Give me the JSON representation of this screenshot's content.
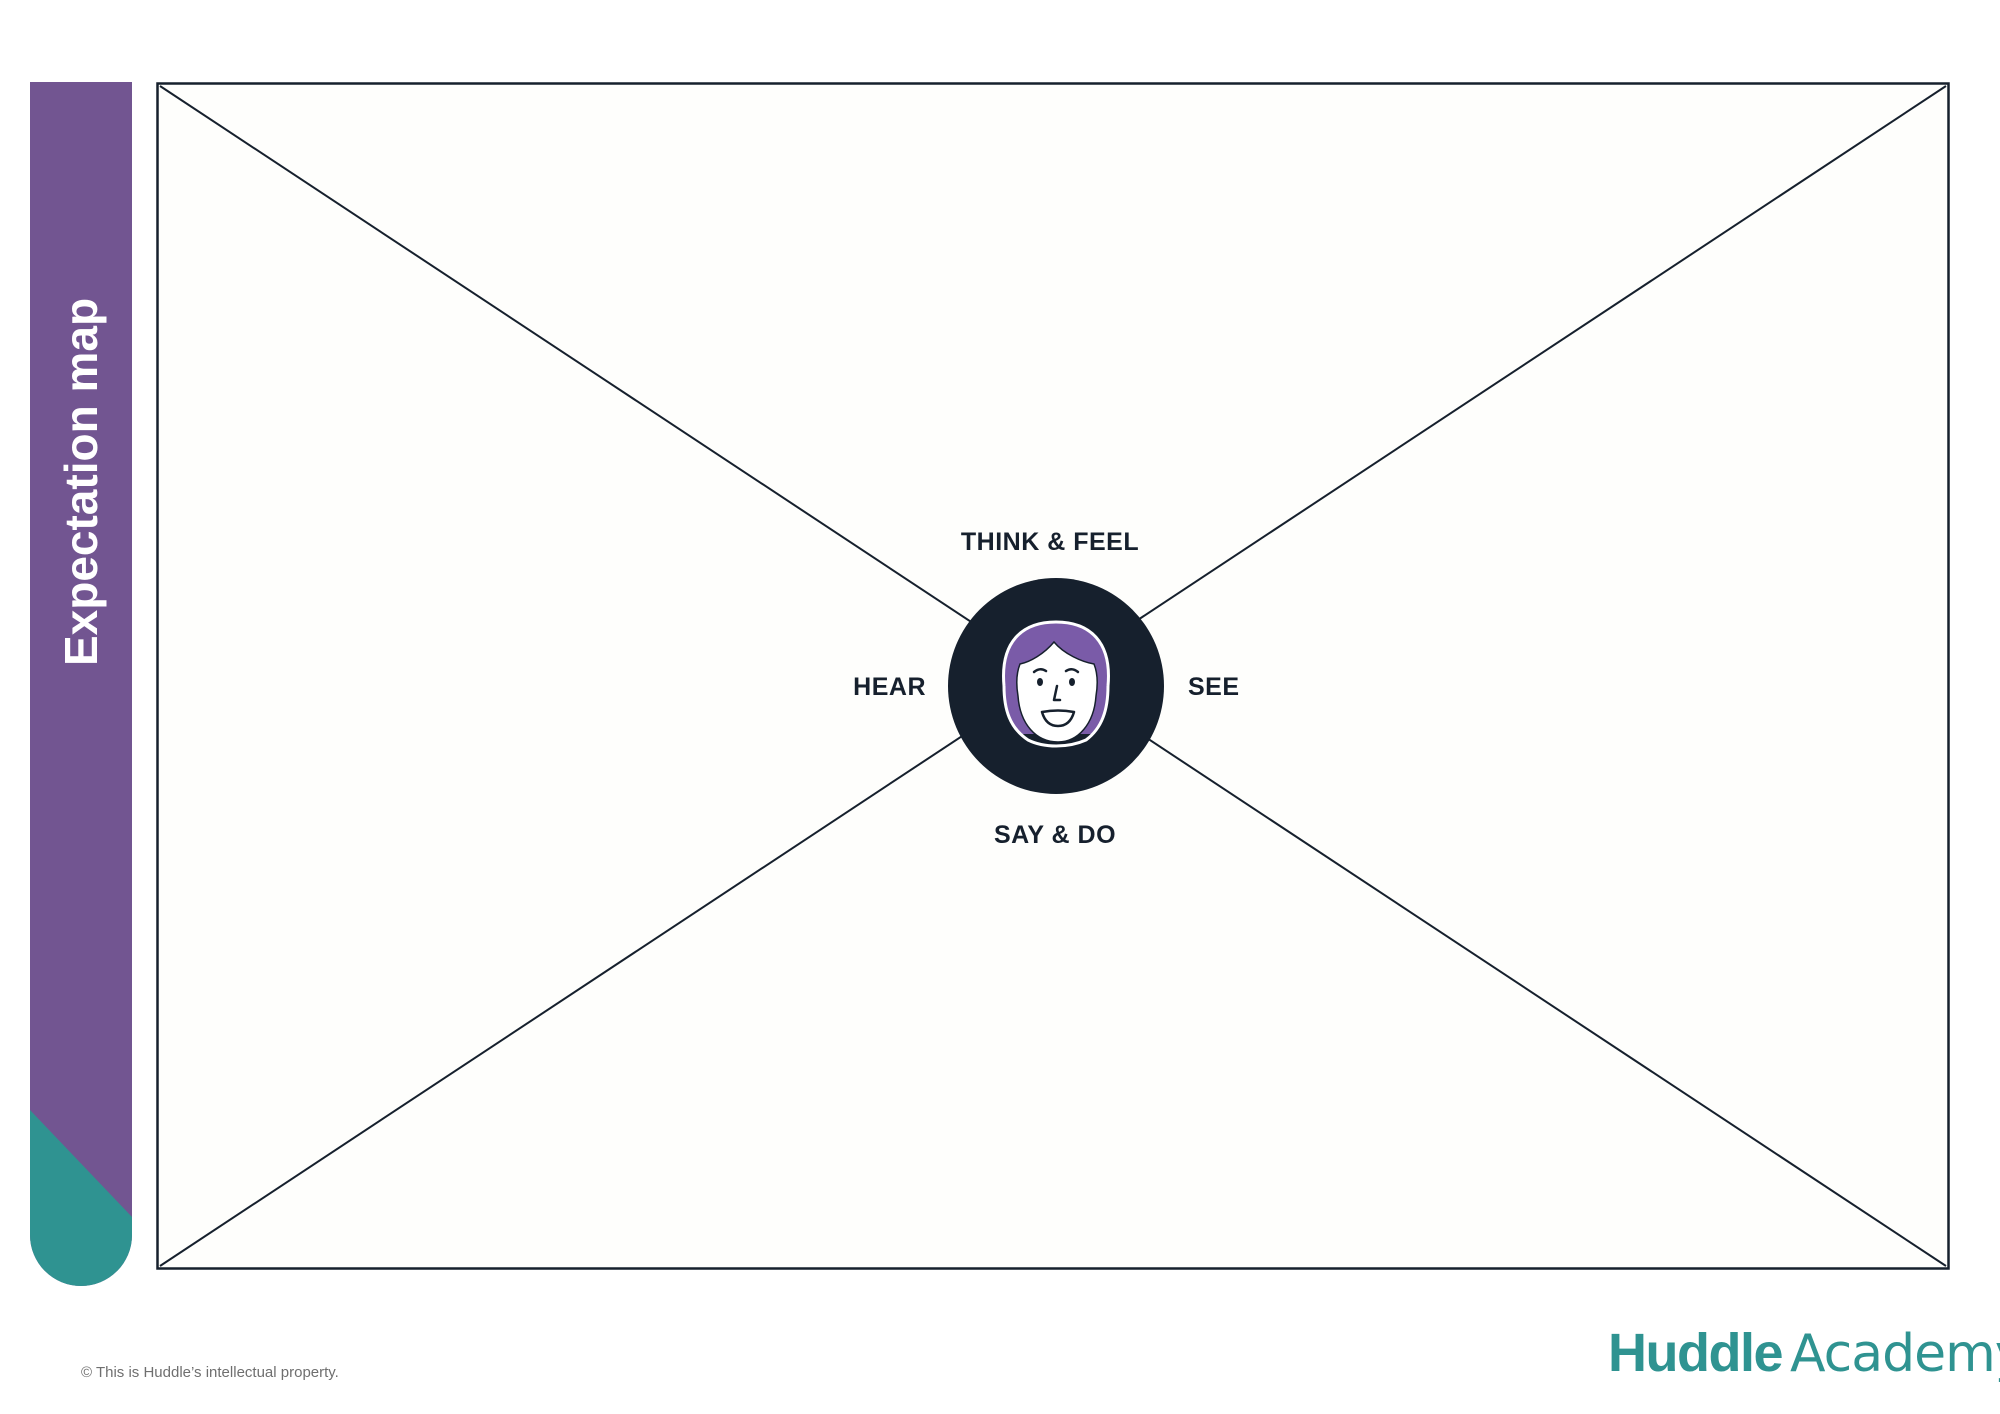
{
  "sidebar": {
    "title": "Expectation map"
  },
  "map": {
    "quadrants": {
      "top": "THINK & FEEL",
      "left": "HEAR",
      "right": "SEE",
      "bottom": "SAY & DO"
    },
    "center": {
      "icon": "persona-face-icon"
    }
  },
  "footer": {
    "copyright": "© This is Huddle’s intellectual property.",
    "brand_strong": "Huddle",
    "brand_light": "Academy"
  },
  "colors": {
    "sidebar": "#725591",
    "sidebar_accent": "#2f9391",
    "frame": "#16202d",
    "canvas": "#fefefc",
    "center_circle": "#16202d",
    "hair": "#7a5ba8",
    "brand": "#2f9391"
  }
}
